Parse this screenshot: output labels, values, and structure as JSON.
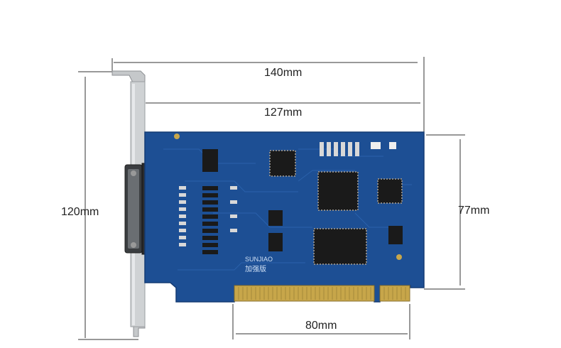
{
  "dimensions": {
    "overall_length": "140mm",
    "board_length": "127mm",
    "overall_height": "120mm",
    "board_height": "77mm",
    "connector_length": "80mm"
  },
  "board": {
    "brand_text": "SUNJIAO",
    "chinese_text": "加强版"
  },
  "colors": {
    "pcb": "#1d4f94",
    "pcb_dark": "#153c74",
    "bracket": "#bfc2c4",
    "gold": "#c7a64a",
    "chip": "#1a1a1a",
    "measure_line": "#333333"
  }
}
